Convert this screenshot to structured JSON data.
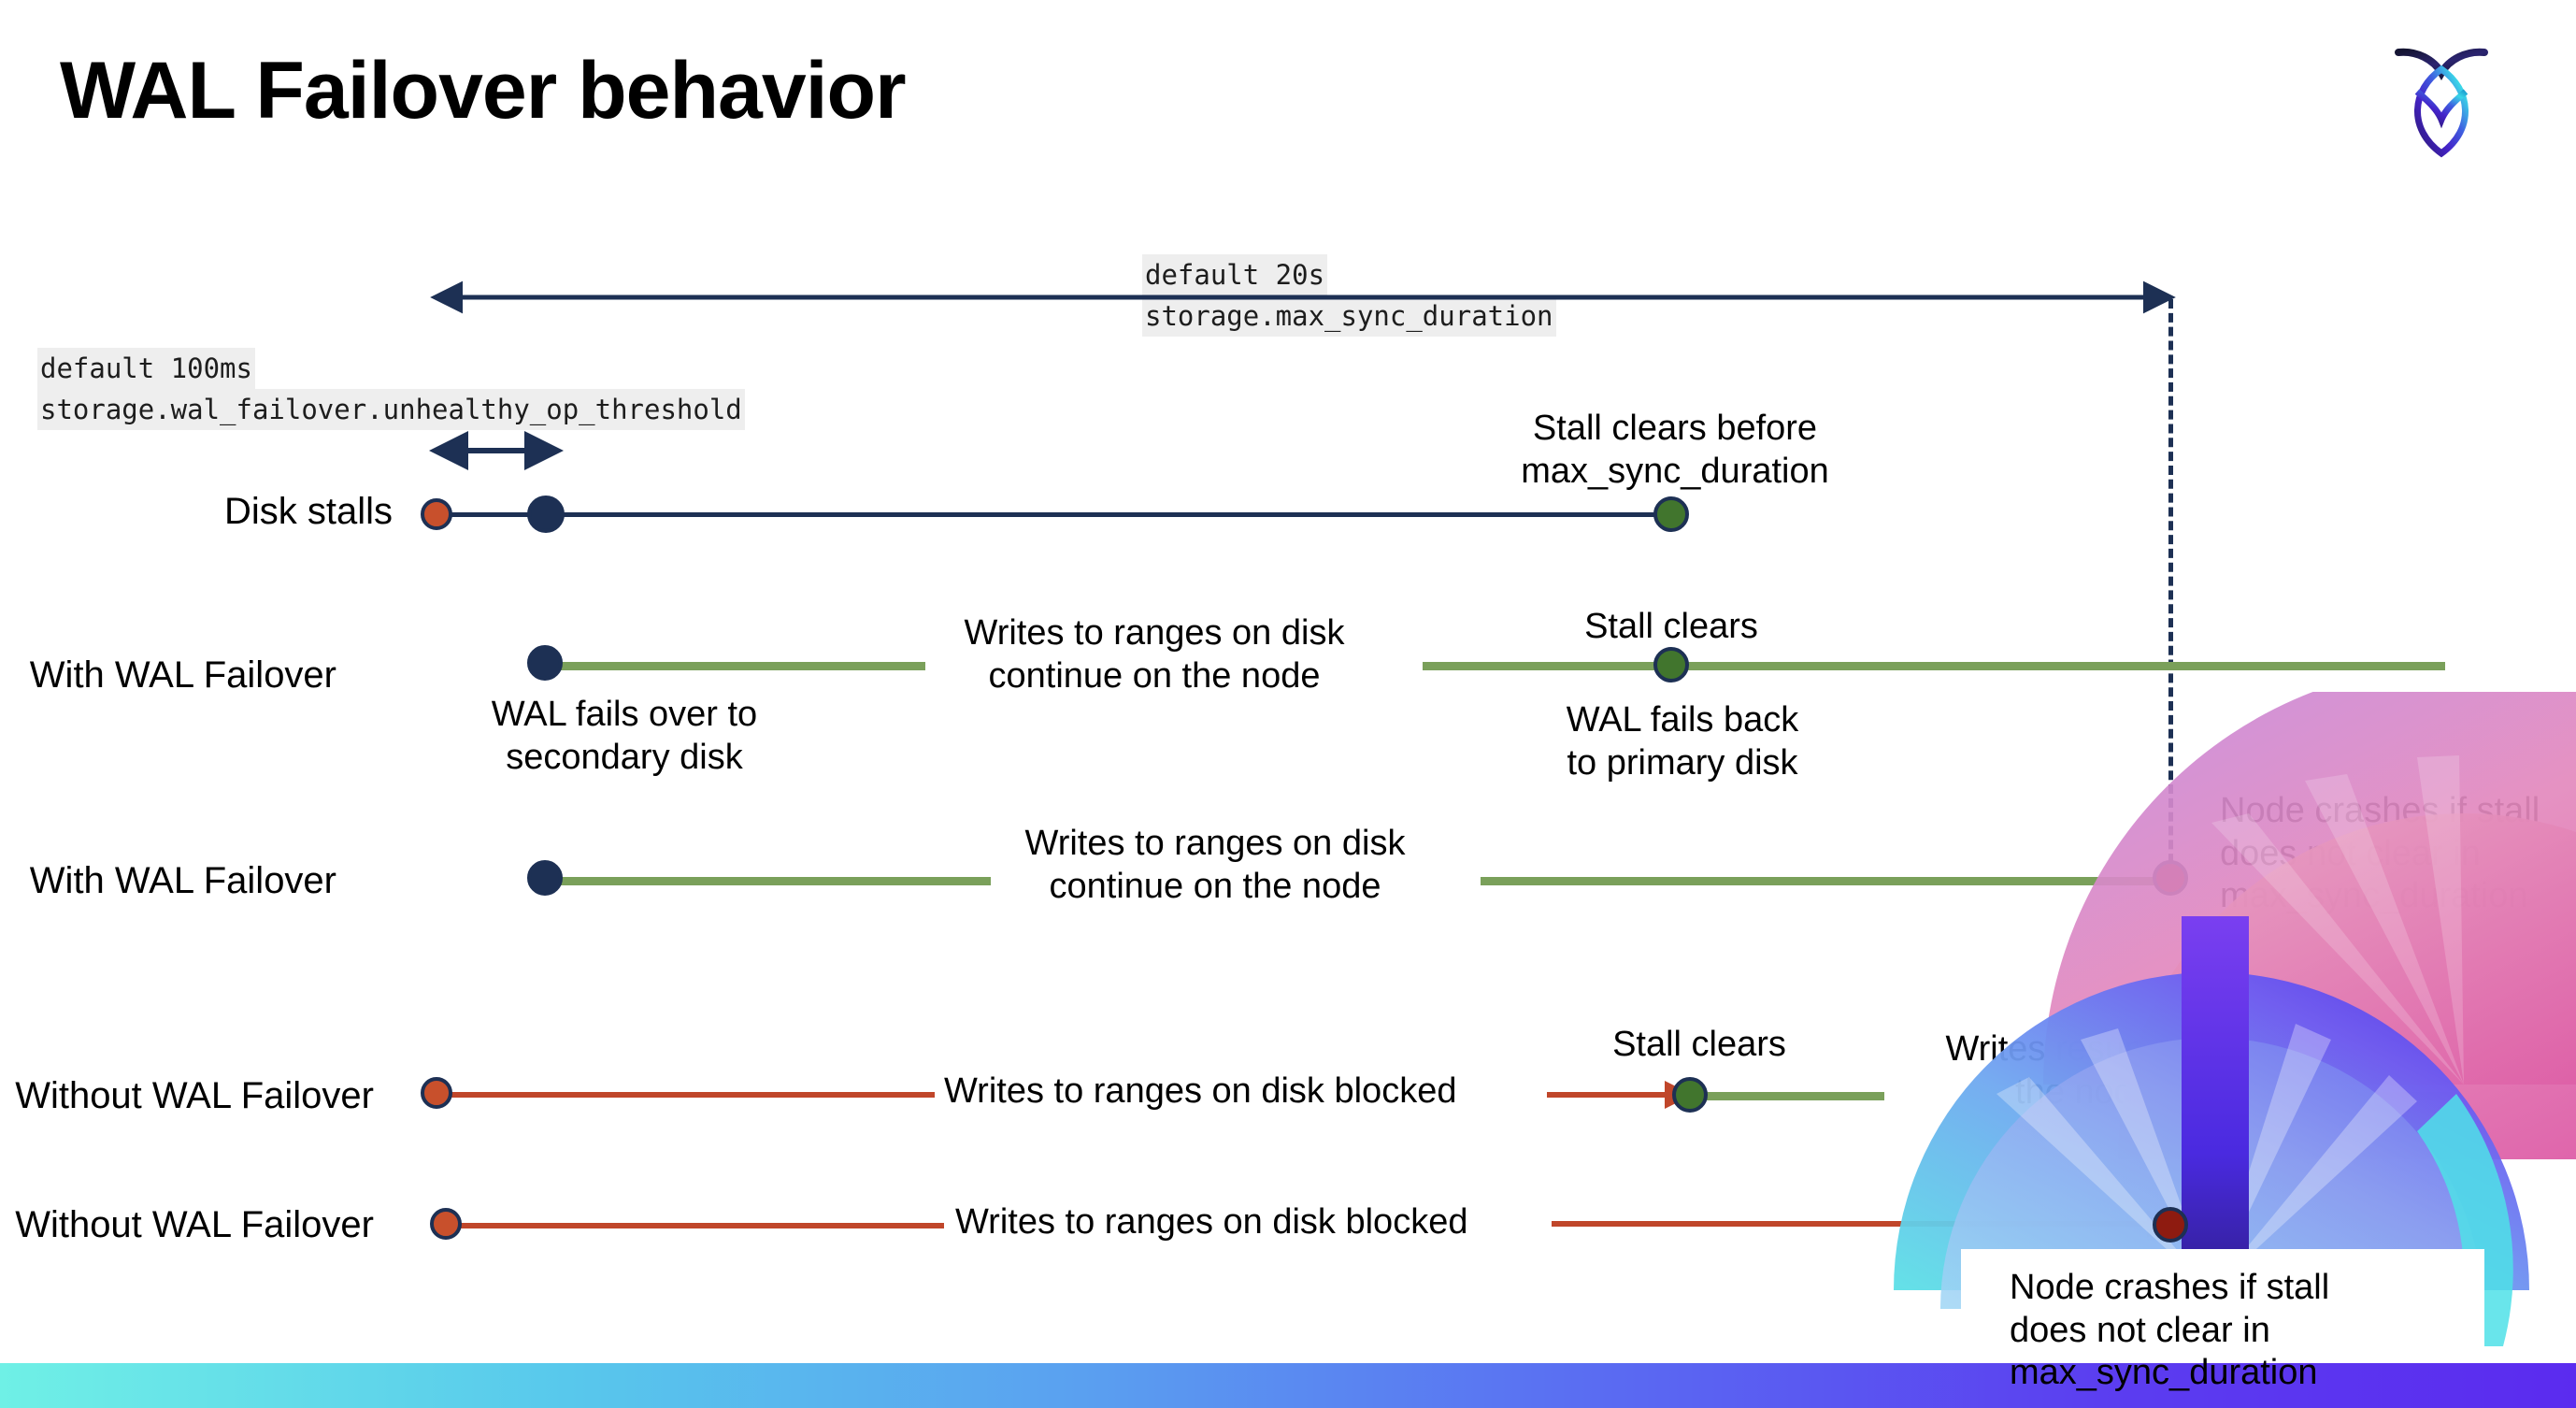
{
  "slide": {
    "title": "WAL Failover behavior",
    "logo_name": "cockroachdb-logo"
  },
  "settings": {
    "max_sync": {
      "default_label": "default 20s",
      "setting_name": "storage.max_sync_duration"
    },
    "unhealthy_op": {
      "default_label": "default 100ms",
      "setting_name": "storage.wal_failover.unhealthy_op_threshold"
    }
  },
  "rows": [
    {
      "label": "Disk stalls",
      "annotations": {
        "stall_clears_before": "Stall clears before\nmax_sync_duration"
      }
    },
    {
      "label": "With WAL Failover",
      "annotations": {
        "fails_over": "WAL fails over to\nsecondary disk",
        "writes_continue": "Writes to ranges on disk\ncontinue on the node",
        "stall_clears": "Stall clears",
        "fails_back": "WAL fails  back\nto primary disk"
      }
    },
    {
      "label": "With WAL Failover",
      "annotations": {
        "writes_continue": "Writes to ranges on disk\ncontinue on the node",
        "node_crashes": "Node crashes if stall\ndoes not clear in\nmax_sync_duration"
      }
    },
    {
      "label": "Without WAL Failover",
      "annotations": {
        "writes_blocked": "Writes to ranges on disk  blocked",
        "stall_clears": "Stall clears",
        "writes_resume": "Writes resume on\nthe node"
      }
    },
    {
      "label": "Without WAL Failover",
      "annotations": {
        "writes_blocked": "Writes to ranges on disk  blocked",
        "node_crashes": "Node crashes if stall\ndoes not clear in\nmax_sync_duration"
      }
    }
  ],
  "colors": {
    "navy": "#1d3054",
    "green_line": "#7aa05a",
    "green_dot": "#41752d",
    "red_line": "#c0462a",
    "orange_dot": "#c8502c",
    "dark_red_dot": "#8e1b10",
    "code_bg": "#eeeeee",
    "bottom_bar_start": "#6ff0e6",
    "bottom_bar_end": "#5b2bef"
  }
}
